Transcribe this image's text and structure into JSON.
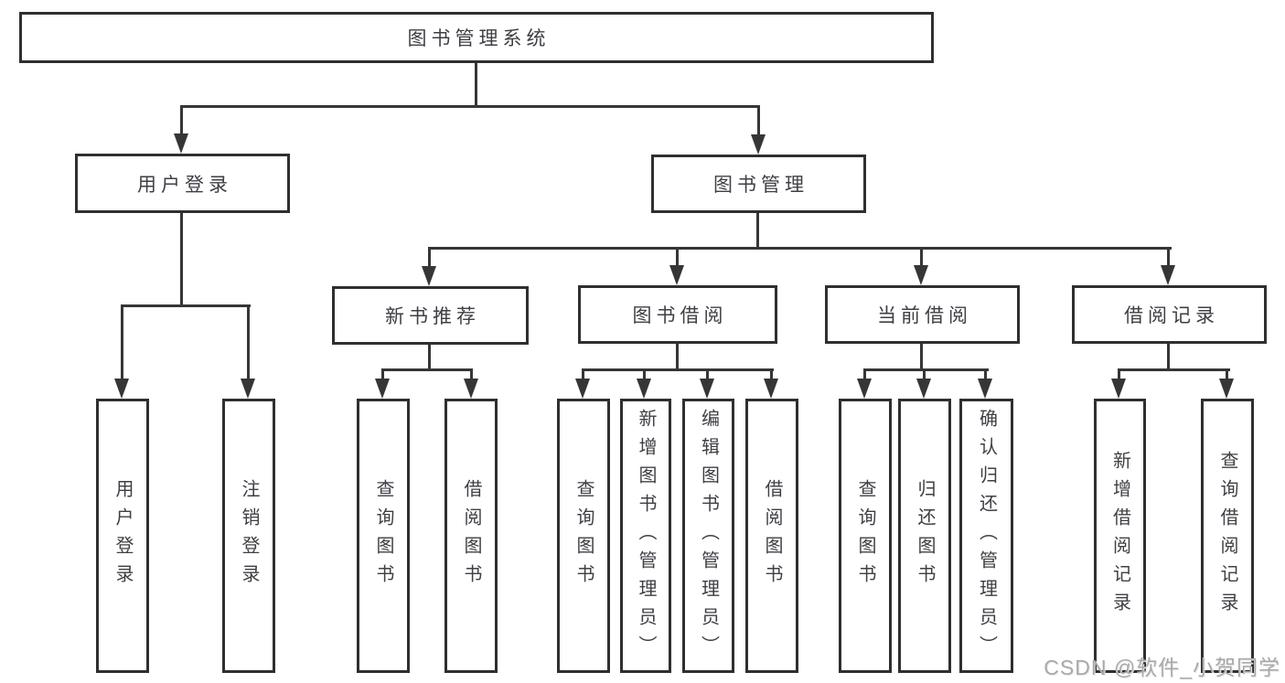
{
  "diagram_type": "hierarchy-structure-chart",
  "colors": {
    "background": "#ffffff",
    "box_border": "#2f2f2f",
    "connector_line": "#363636",
    "text": "#3e3f44",
    "watermark": "#a9a9ab"
  },
  "watermark": {
    "text": "CSDN @软件_小贺同学"
  },
  "tree": {
    "label": "图书管理系统",
    "children": [
      {
        "label": "用户登录",
        "children": [
          {
            "label": "用户登录"
          },
          {
            "label": "注销登录"
          }
        ]
      },
      {
        "label": "图书管理",
        "children": [
          {
            "label": "新书推荐",
            "children": [
              {
                "label": "查询图书"
              },
              {
                "label": "借阅图书"
              }
            ]
          },
          {
            "label": "图书借阅",
            "children": [
              {
                "label": "查询图书"
              },
              {
                "label": "新增图书（管理员）"
              },
              {
                "label": "编辑图书（管理员）"
              },
              {
                "label": "借阅图书"
              }
            ]
          },
          {
            "label": "当前借阅",
            "children": [
              {
                "label": "查询图书"
              },
              {
                "label": "归还图书"
              },
              {
                "label": "确认归还（管理员）"
              }
            ]
          },
          {
            "label": "借阅记录",
            "children": [
              {
                "label": "新增借阅记录"
              },
              {
                "label": "查询借阅记录"
              }
            ]
          }
        ]
      }
    ]
  }
}
